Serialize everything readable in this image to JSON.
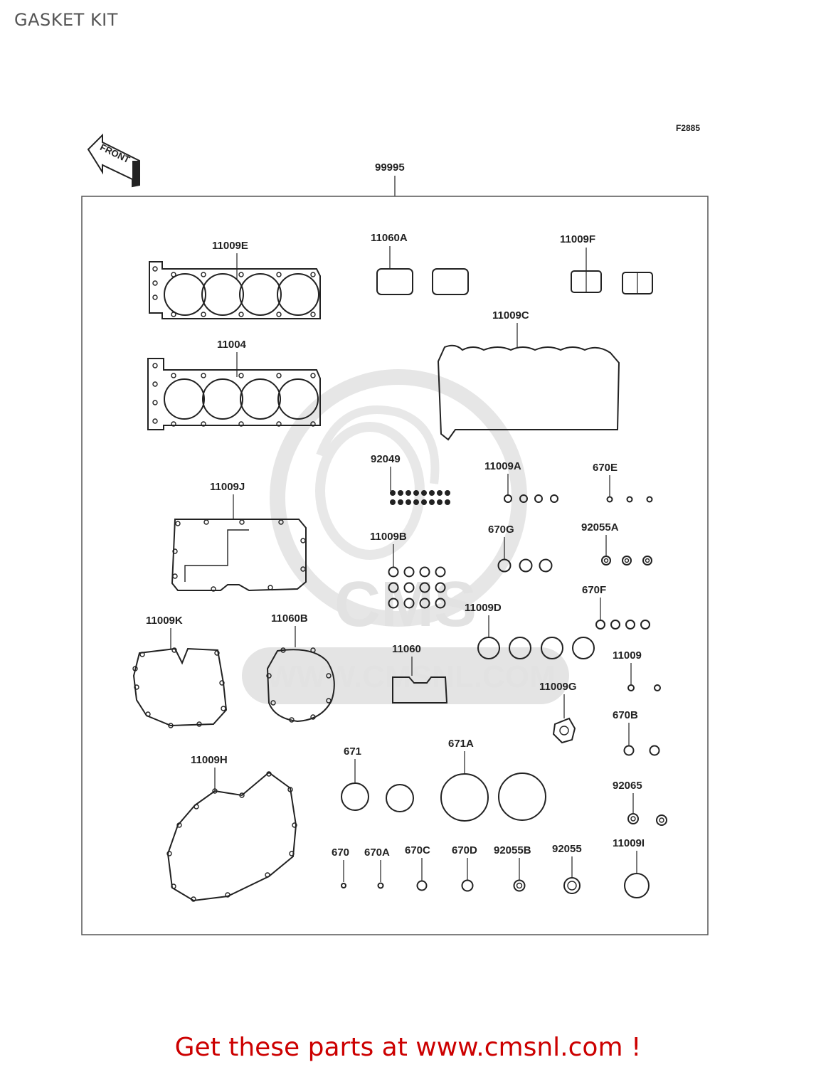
{
  "title": "GASKET KIT",
  "figure_code": "F2885",
  "front_label": "FRONT",
  "watermark": {
    "brand": "CMS",
    "url": "WWW.CMSNL.COM"
  },
  "kit_number": "99995",
  "parts": [
    {
      "number": "11009E"
    },
    {
      "number": "11060A"
    },
    {
      "number": "11009F"
    },
    {
      "number": "11004"
    },
    {
      "number": "11009C"
    },
    {
      "number": "92049"
    },
    {
      "number": "11009A"
    },
    {
      "number": "670E"
    },
    {
      "number": "11009J"
    },
    {
      "number": "670G"
    },
    {
      "number": "92055A"
    },
    {
      "number": "11009B"
    },
    {
      "number": "670F"
    },
    {
      "number": "11009D"
    },
    {
      "number": "11009K"
    },
    {
      "number": "11060B"
    },
    {
      "number": "11060"
    },
    {
      "number": "11009"
    },
    {
      "number": "11009G"
    },
    {
      "number": "670B"
    },
    {
      "number": "671"
    },
    {
      "number": "671A"
    },
    {
      "number": "11009H"
    },
    {
      "number": "92065"
    },
    {
      "number": "670"
    },
    {
      "number": "670A"
    },
    {
      "number": "670C"
    },
    {
      "number": "670D"
    },
    {
      "number": "92055B"
    },
    {
      "number": "92055"
    },
    {
      "number": "11009I"
    }
  ],
  "footer": "Get these parts at www.cmsnl.com !"
}
